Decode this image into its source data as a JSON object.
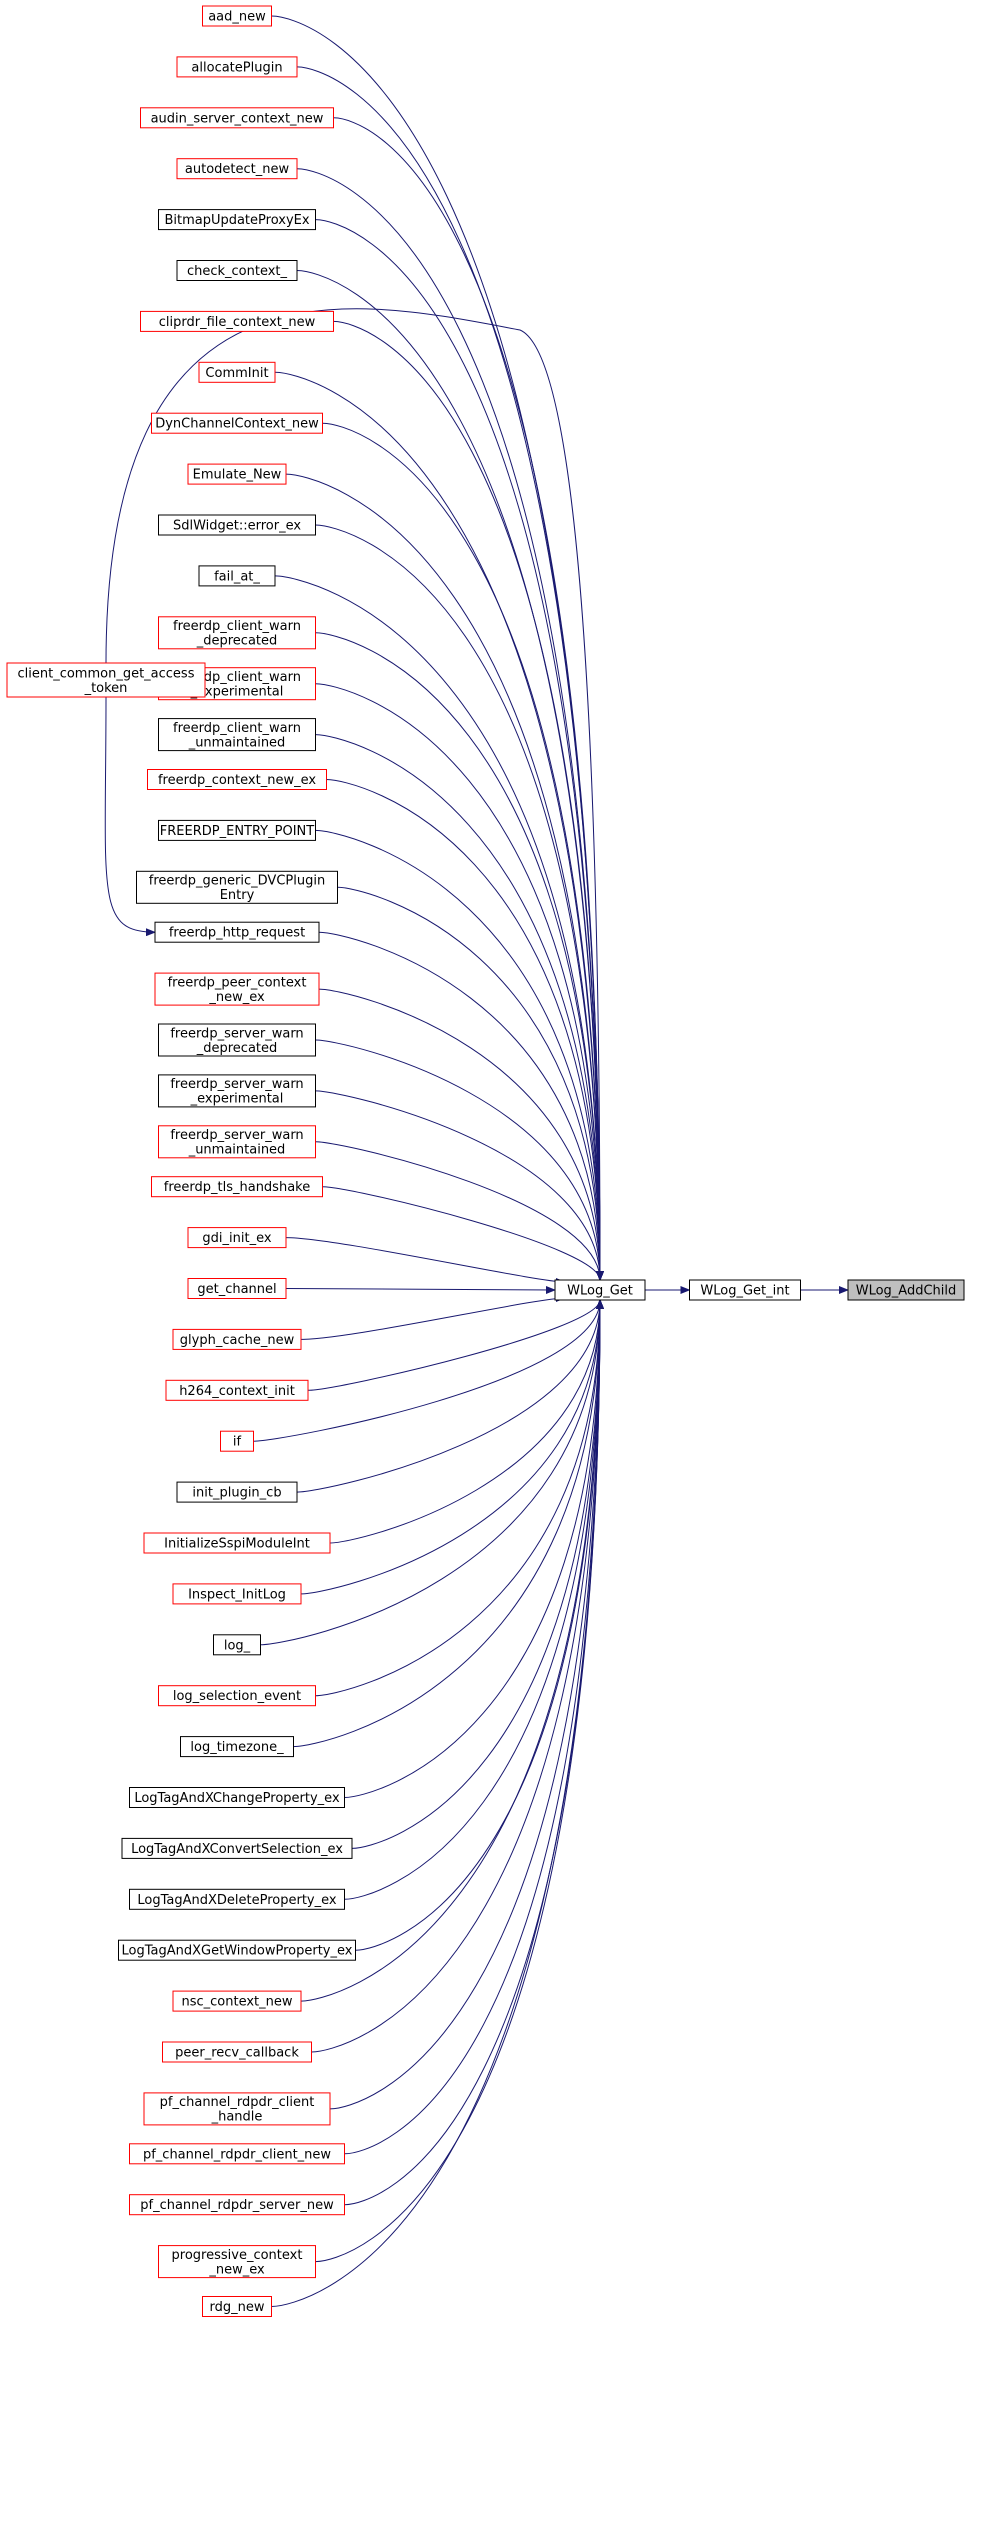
{
  "colors": {
    "edge": "#191970",
    "border_black": "#000000",
    "border_red": "#ff0000",
    "root_fill": "#bfbfbf",
    "node_fill": "#ffffff"
  },
  "graph": {
    "root": {
      "id": "wlog_addchild",
      "label": "WLog_AddChild"
    },
    "middle": {
      "id": "wlog_get_int",
      "label": "WLog_Get_int"
    },
    "hub": {
      "id": "wlog_get",
      "label": "WLog_Get"
    },
    "extra": {
      "id": "client_common_get_access_token",
      "lines": [
        "client_common_get_access",
        "_token"
      ],
      "color": "red"
    },
    "callers": [
      {
        "id": "aad_new",
        "lines": [
          "aad_new"
        ],
        "color": "red"
      },
      {
        "id": "allocateplugin",
        "lines": [
          "allocatePlugin"
        ],
        "color": "red"
      },
      {
        "id": "audin_server_context_new",
        "lines": [
          "audin_server_context_new"
        ],
        "color": "red"
      },
      {
        "id": "autodetect_new",
        "lines": [
          "autodetect_new"
        ],
        "color": "red"
      },
      {
        "id": "bitmapupdateproxyex",
        "lines": [
          "BitmapUpdateProxyEx"
        ],
        "color": "black"
      },
      {
        "id": "check_context",
        "lines": [
          "check_context_"
        ],
        "color": "black"
      },
      {
        "id": "cliprdr_file_context_new",
        "lines": [
          "cliprdr_file_context_new"
        ],
        "color": "red"
      },
      {
        "id": "comminit",
        "lines": [
          "CommInit"
        ],
        "color": "red"
      },
      {
        "id": "dynchannelcontext_new",
        "lines": [
          "DynChannelContext_new"
        ],
        "color": "red"
      },
      {
        "id": "emulate_new",
        "lines": [
          "Emulate_New"
        ],
        "color": "red"
      },
      {
        "id": "sdlwidget_error_ex",
        "lines": [
          "SdlWidget::error_ex"
        ],
        "color": "black"
      },
      {
        "id": "fail_at",
        "lines": [
          "fail_at_"
        ],
        "color": "black"
      },
      {
        "id": "freerdp_client_warn_deprecated",
        "lines": [
          "freerdp_client_warn",
          "_deprecated"
        ],
        "color": "red"
      },
      {
        "id": "freerdp_client_warn_experimental",
        "lines": [
          "freerdp_client_warn",
          "_experimental"
        ],
        "color": "red"
      },
      {
        "id": "freerdp_client_warn_unmaintained",
        "lines": [
          "freerdp_client_warn",
          "_unmaintained"
        ],
        "color": "black"
      },
      {
        "id": "freerdp_context_new_ex",
        "lines": [
          "freerdp_context_new_ex"
        ],
        "color": "red"
      },
      {
        "id": "freerdp_entry_point",
        "lines": [
          "FREERDP_ENTRY_POINT"
        ],
        "color": "black"
      },
      {
        "id": "freerdp_generic_dvcplugin_entry",
        "lines": [
          "freerdp_generic_DVCPlugin",
          "Entry"
        ],
        "color": "black"
      },
      {
        "id": "freerdp_http_request",
        "lines": [
          "freerdp_http_request"
        ],
        "color": "black"
      },
      {
        "id": "freerdp_peer_context_new_ex",
        "lines": [
          "freerdp_peer_context",
          "_new_ex"
        ],
        "color": "red"
      },
      {
        "id": "freerdp_server_warn_deprecated",
        "lines": [
          "freerdp_server_warn",
          "_deprecated"
        ],
        "color": "black"
      },
      {
        "id": "freerdp_server_warn_experimental",
        "lines": [
          "freerdp_server_warn",
          "_experimental"
        ],
        "color": "black"
      },
      {
        "id": "freerdp_server_warn_unmaintained",
        "lines": [
          "freerdp_server_warn",
          "_unmaintained"
        ],
        "color": "red"
      },
      {
        "id": "freerdp_tls_handshake",
        "lines": [
          "freerdp_tls_handshake"
        ],
        "color": "red"
      },
      {
        "id": "gdi_init_ex",
        "lines": [
          "gdi_init_ex"
        ],
        "color": "red"
      },
      {
        "id": "get_channel",
        "lines": [
          "get_channel"
        ],
        "color": "red"
      },
      {
        "id": "glyph_cache_new",
        "lines": [
          "glyph_cache_new"
        ],
        "color": "red"
      },
      {
        "id": "h264_context_init",
        "lines": [
          "h264_context_init"
        ],
        "color": "red"
      },
      {
        "id": "if",
        "lines": [
          "if"
        ],
        "color": "red"
      },
      {
        "id": "init_plugin_cb",
        "lines": [
          "init_plugin_cb"
        ],
        "color": "black"
      },
      {
        "id": "initializesspimoduleint",
        "lines": [
          "InitializeSspiModuleInt"
        ],
        "color": "red"
      },
      {
        "id": "inspect_initlog",
        "lines": [
          "Inspect_InitLog"
        ],
        "color": "red"
      },
      {
        "id": "log",
        "lines": [
          "log_"
        ],
        "color": "black"
      },
      {
        "id": "log_selection_event",
        "lines": [
          "log_selection_event"
        ],
        "color": "red"
      },
      {
        "id": "log_timezone",
        "lines": [
          "log_timezone_"
        ],
        "color": "black"
      },
      {
        "id": "logtagandxchangeproperty_ex",
        "lines": [
          "LogTagAndXChangeProperty_ex"
        ],
        "color": "black"
      },
      {
        "id": "logtagandxconvertselection_ex",
        "lines": [
          "LogTagAndXConvertSelection_ex"
        ],
        "color": "black"
      },
      {
        "id": "logtagandxdeleteproperty_ex",
        "lines": [
          "LogTagAndXDeleteProperty_ex"
        ],
        "color": "black"
      },
      {
        "id": "logtagandxgetwindowproperty_ex",
        "lines": [
          "LogTagAndXGetWindowProperty_ex"
        ],
        "color": "black"
      },
      {
        "id": "nsc_context_new",
        "lines": [
          "nsc_context_new"
        ],
        "color": "red"
      },
      {
        "id": "peer_recv_callback",
        "lines": [
          "peer_recv_callback"
        ],
        "color": "red"
      },
      {
        "id": "pf_channel_rdpdr_client_handle",
        "lines": [
          "pf_channel_rdpdr_client",
          "_handle"
        ],
        "color": "red"
      },
      {
        "id": "pf_channel_rdpdr_client_new",
        "lines": [
          "pf_channel_rdpdr_client_new"
        ],
        "color": "red"
      },
      {
        "id": "pf_channel_rdpdr_server_new",
        "lines": [
          "pf_channel_rdpdr_server_new"
        ],
        "color": "red"
      },
      {
        "id": "progressive_context_new_ex",
        "lines": [
          "progressive_context",
          "_new_ex"
        ],
        "color": "red"
      },
      {
        "id": "rdg_new",
        "lines": [
          "rdg_new"
        ],
        "color": "red"
      }
    ]
  }
}
